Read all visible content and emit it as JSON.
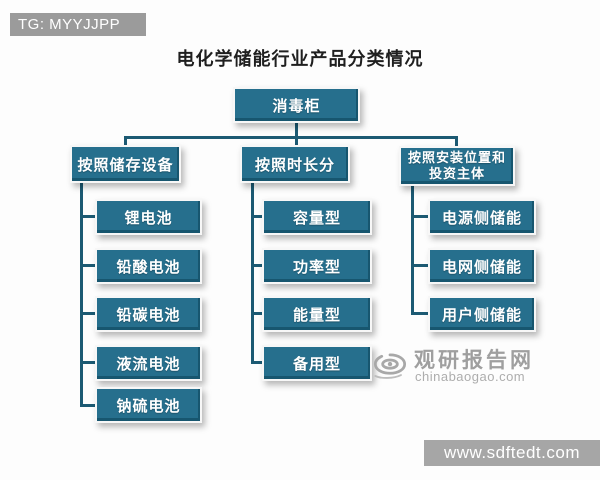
{
  "badge": {
    "text": "TG: MYYJJPP"
  },
  "title": "电化学储能行业产品分类情况",
  "root": {
    "label": "消毒柜"
  },
  "branches": [
    {
      "label": "按照储存设备",
      "children": [
        "锂电池",
        "铅酸电池",
        "铅碳电池",
        "液流电池",
        "钠硫电池"
      ]
    },
    {
      "label": "按照时长分",
      "children": [
        "容量型",
        "功率型",
        "能量型",
        "备用型"
      ]
    },
    {
      "label": "按照安装位置和投资主体",
      "children": [
        "电源侧储能",
        "电网侧储能",
        "用户侧储能"
      ]
    }
  ],
  "watermark": {
    "logo_icon": "swirl-eye-logo",
    "name": "观研报告网",
    "domain": "chinabaogao.com"
  },
  "footer": {
    "url": "www.sdftedt.com"
  },
  "colors": {
    "box_fill": "#266f8d",
    "box_border": "#f7f7f7",
    "connector": "#1c5a73",
    "badge_bg": "#9b9b9b",
    "footer_bg": "#a6a6a6",
    "watermark_gray": "#9f9f9f",
    "title_text": "#1f1f1f"
  }
}
